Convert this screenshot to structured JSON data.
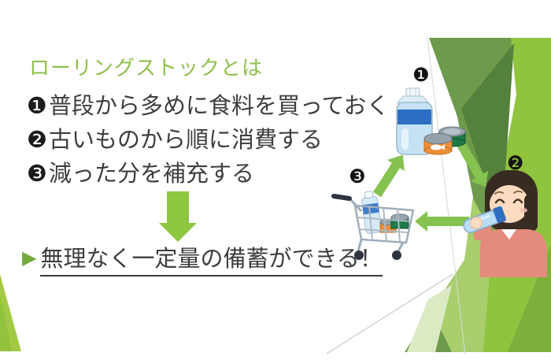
{
  "slide": {
    "title": "ローリングストックとは",
    "points": [
      {
        "num": "❶",
        "text": "普段から多めに食料を買っておく"
      },
      {
        "num": "❷",
        "text": "古いものから順に消費する"
      },
      {
        "num": "❸",
        "text": "減った分を補充する"
      }
    ],
    "conclusion": {
      "bullet": "▶",
      "text": "無理なく一定量の備蓄ができる！"
    },
    "diagram": {
      "badges": {
        "buy": "❶",
        "consume": "❷",
        "restock": "❸"
      },
      "icons": [
        "water-bottle",
        "canned-food",
        "shopping-cart",
        "person-drinking",
        "cycle-arrow",
        "down-block-arrow"
      ]
    },
    "colors": {
      "title_green": "#8FC04D",
      "accent_green": "#8DC63F",
      "cycle_arrow_green": "#85C24F",
      "band_olive": "#6E9A4C",
      "band_dark": "#54813B",
      "band_bright": "#90C33E",
      "band_light": "#A8CE6E",
      "band_pale": "#DCEAC4",
      "text_dark": "#3E3E3E"
    }
  }
}
